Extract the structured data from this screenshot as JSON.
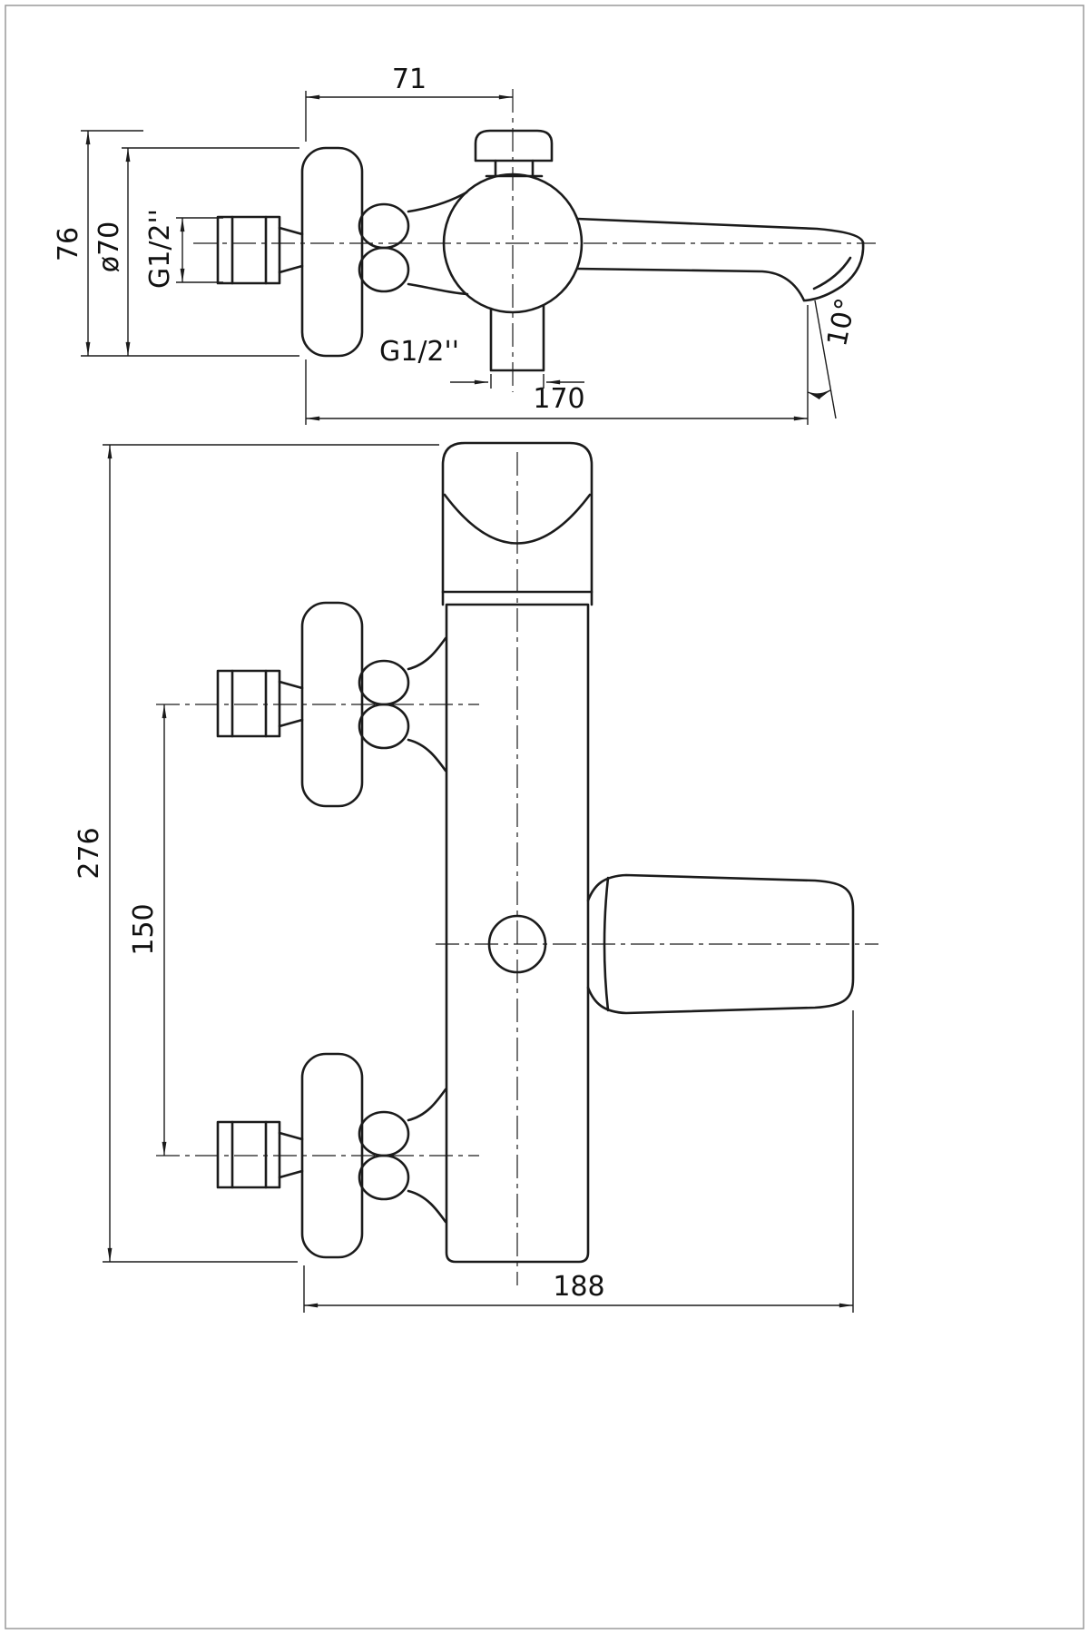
{
  "drawing": {
    "top_view": {
      "dim_width_top": "71",
      "dim_height_left": "76",
      "dim_plate_diameter": "ø70",
      "dim_thread_side": "G1/2''",
      "dim_thread_bottom": "G1/2''",
      "dim_spout_reach": "170",
      "dim_spout_angle": "10°"
    },
    "front_view": {
      "dim_total_height": "276",
      "dim_port_spacing": "150",
      "dim_total_width": "188"
    }
  }
}
